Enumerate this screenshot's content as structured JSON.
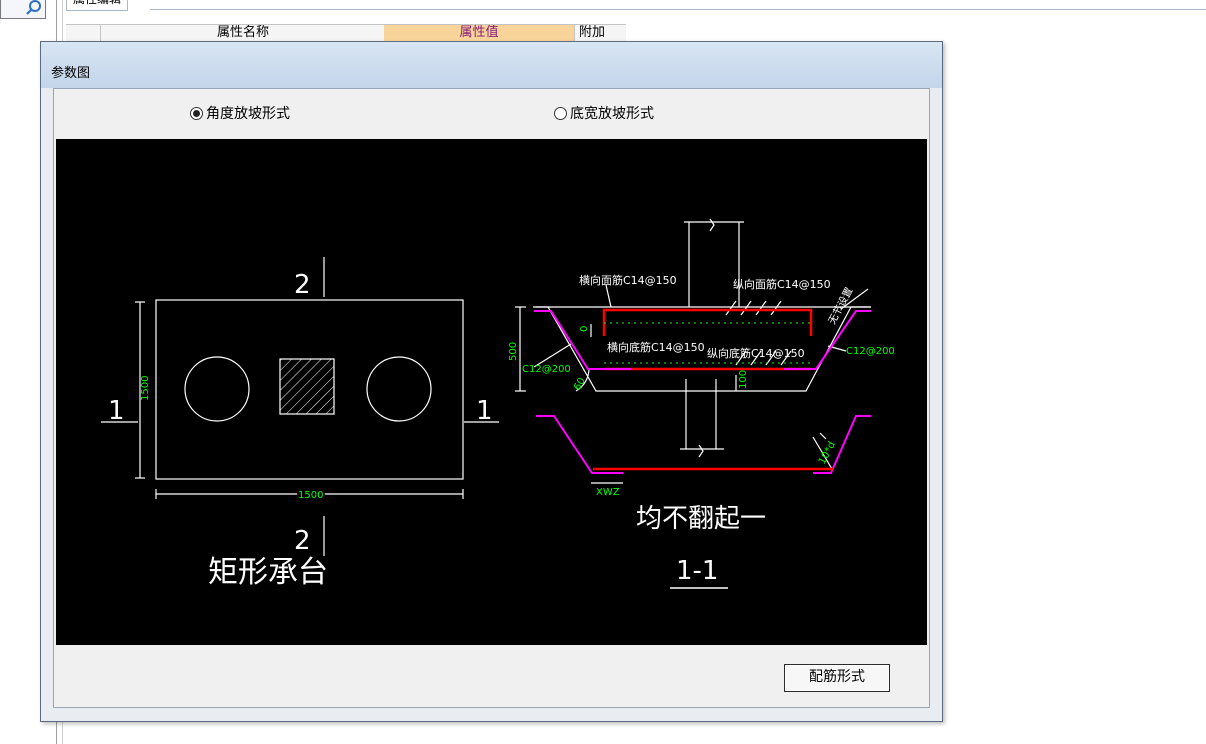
{
  "background": {
    "tab_label": "属性编辑",
    "columns": [
      "属性名称",
      "属性值",
      "附加"
    ]
  },
  "dialog": {
    "title": "参数图",
    "radio_options": [
      {
        "label": "角度放坡形式",
        "selected": true
      },
      {
        "label": "底宽放坡形式",
        "selected": false
      }
    ],
    "button_label": "配筋形式"
  },
  "drawing": {
    "plan": {
      "section_mark_top": "2",
      "section_mark_bottom": "2",
      "section_mark_left": "1",
      "section_mark_right": "1",
      "dim_height": "1500",
      "dim_width": "1500",
      "caption": "矩形承台"
    },
    "section": {
      "label_top_transverse": "横向面筋C14@150",
      "label_top_longitudinal": "纵向面筋C14@150",
      "label_bottom_transverse": "横向底筋C14@150",
      "label_bottom_longitudinal": "纵向底筋C14@150",
      "label_side_left": "C12@200",
      "label_side_right": "C12@200",
      "label_side_note": "无节设置",
      "dim_depth": "500",
      "dim_cover": "0",
      "dim_bottom": "100",
      "dim_angle": "60",
      "dim_xwz": "XWZ",
      "dim_anchor": "10*d",
      "note": "均不翻起一",
      "caption": "1-1"
    }
  },
  "colors": {
    "canvas": "#000000",
    "lines": "#ffffff",
    "rebar_red": "#ff0000",
    "rebar_magenta": "#ff00ff",
    "dim_green": "#00ff00"
  },
  "icons": {
    "search": "magnifier-icon",
    "radio": "radio-icon"
  }
}
